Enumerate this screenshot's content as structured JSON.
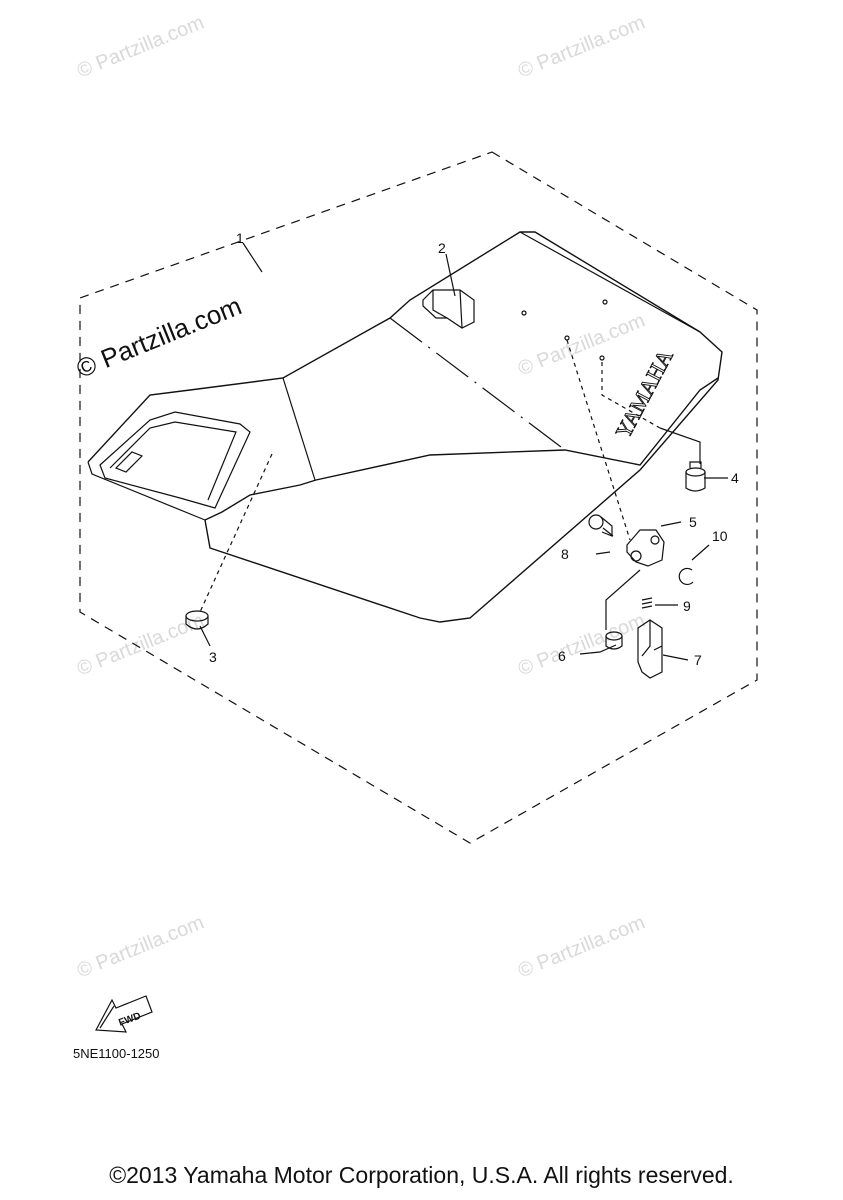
{
  "watermark": {
    "text": "© Partzilla.com",
    "main_text": "© Partzilla.com"
  },
  "callouts": [
    {
      "id": "1",
      "label": "1"
    },
    {
      "id": "2",
      "label": "2"
    },
    {
      "id": "3",
      "label": "3"
    },
    {
      "id": "4",
      "label": "4"
    },
    {
      "id": "5",
      "label": "5"
    },
    {
      "id": "6",
      "label": "6"
    },
    {
      "id": "7",
      "label": "7"
    },
    {
      "id": "8",
      "label": "8"
    },
    {
      "id": "9",
      "label": "9"
    },
    {
      "id": "10",
      "label": "10"
    }
  ],
  "seat_logo": "YAMAHA",
  "fwd_label": "FWD",
  "part_code": "5NE1100-1250",
  "copyright": "©2013 Yamaha Motor Corporation, U.S.A. All rights reserved.",
  "colors": {
    "line": "#111111",
    "watermark": "#d9d9d9",
    "background": "#ffffff"
  }
}
